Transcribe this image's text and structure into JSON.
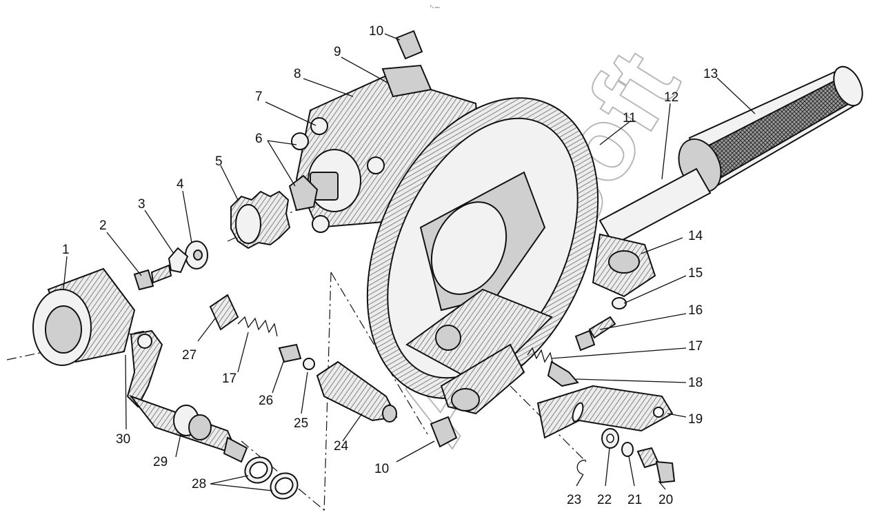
{
  "figure": {
    "header_mark": "ᴾₙ ₙₙₙ",
    "watermark": "AutoSoft",
    "callouts": [
      "1",
      "2",
      "3",
      "4",
      "5",
      "6",
      "7",
      "8",
      "9",
      "10",
      "11",
      "12",
      "13",
      "14",
      "15",
      "16",
      "17",
      "18",
      "19",
      "20",
      "21",
      "22",
      "23",
      "24",
      "25",
      "26",
      "27",
      "28",
      "29",
      "30"
    ]
  }
}
